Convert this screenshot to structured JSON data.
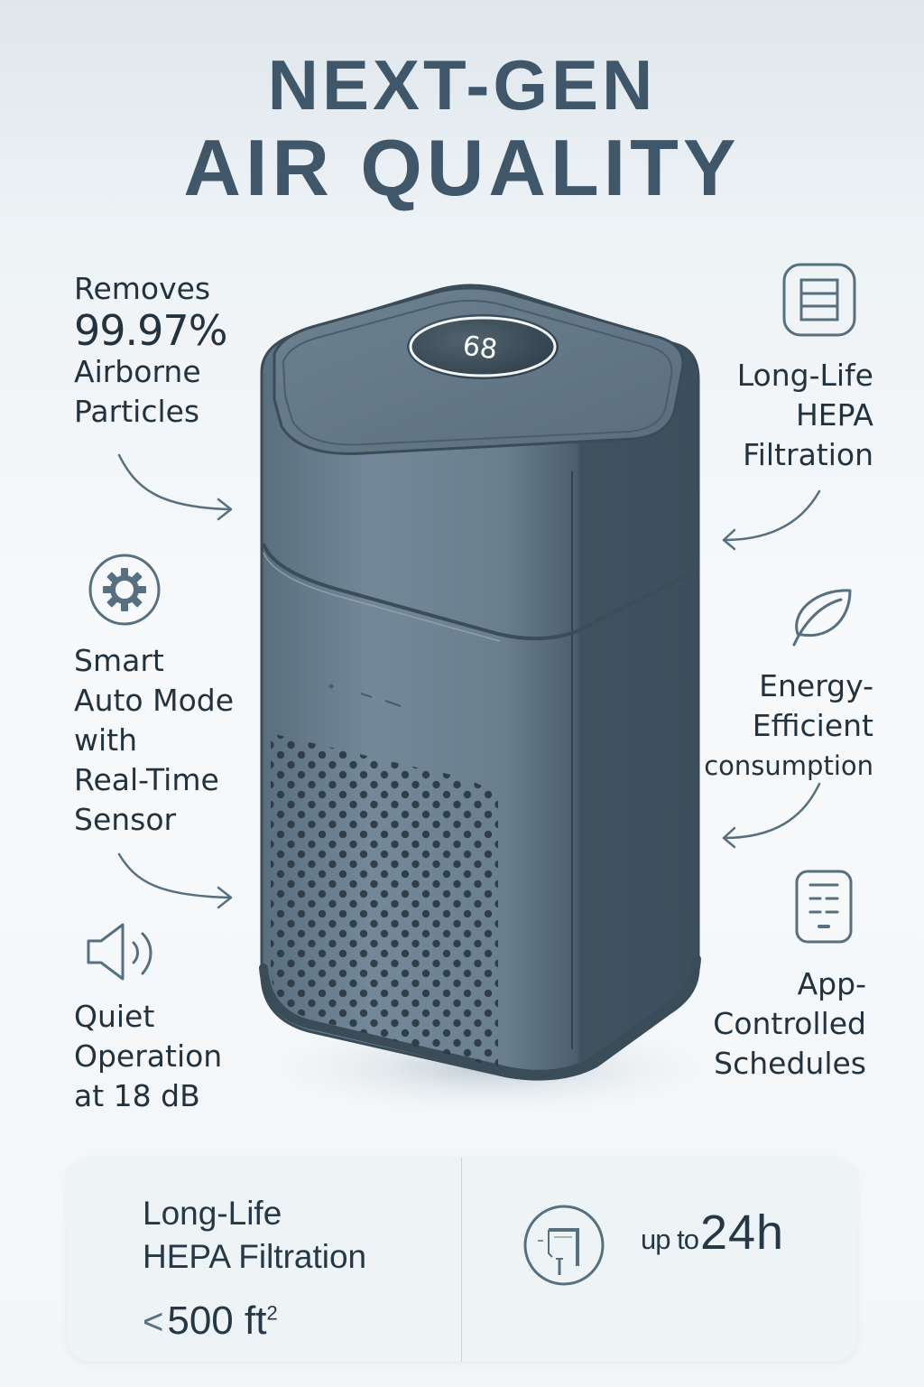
{
  "headline": {
    "line1": "NEXT-GEN",
    "line2": "AIR QUALITY"
  },
  "colors": {
    "headline": "#3f5768",
    "text": "#22323e",
    "icon_stroke": "#56707f",
    "device_body": "#5b7080",
    "device_dark": "#3a4d5a",
    "card_bg": "#eef3f6"
  },
  "device": {
    "display_value": "68"
  },
  "features_left": [
    {
      "icon": "none",
      "lines": [
        "Removes",
        "99.97%",
        "Airborne",
        "Particles"
      ]
    },
    {
      "icon": "gear-icon",
      "lines": [
        "Smart",
        "Auto Mode",
        "with",
        "Real-Time",
        "Sensor"
      ]
    },
    {
      "icon": "speaker-icon",
      "lines": [
        "Quiet",
        "Operation",
        "at 18 dB"
      ]
    }
  ],
  "features_right": [
    {
      "icon": "filter-icon",
      "lines": [
        "Long-Life",
        "HEPA",
        "Filtration"
      ]
    },
    {
      "icon": "leaf-icon",
      "lines": [
        "Energy-",
        "Efficient",
        "consumption"
      ]
    },
    {
      "icon": "remote-app-icon",
      "lines": [
        "App-",
        "Controlled",
        "Schedules"
      ]
    }
  ],
  "spec_card": {
    "left": {
      "title_lines": [
        "Long-Life",
        "HEPA Filtration"
      ],
      "coverage_prefix": "<",
      "coverage_value": "500 ft",
      "coverage_unit_sup": "2"
    },
    "right": {
      "icon": "timer-device-icon",
      "runtime_prefix": "up to",
      "runtime_value": "24h"
    }
  }
}
